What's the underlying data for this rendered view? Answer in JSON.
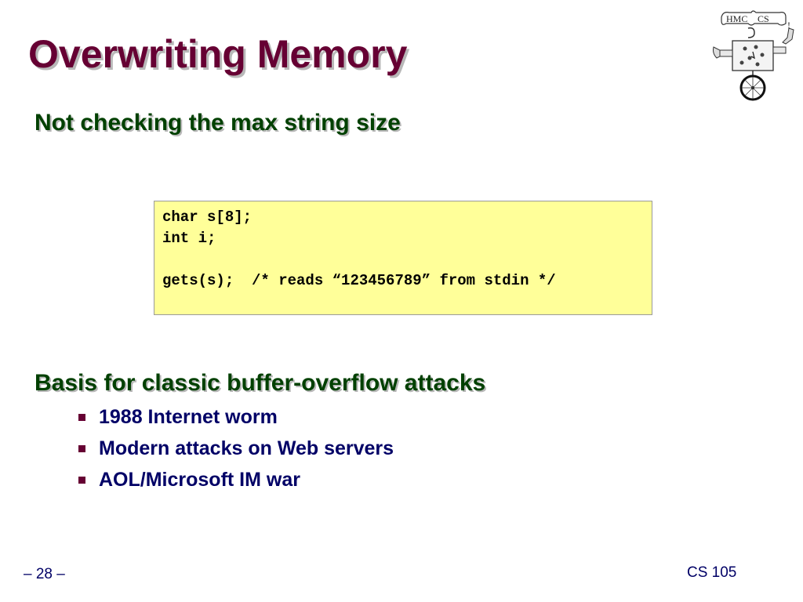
{
  "slide": {
    "title": "Overwriting Memory",
    "heading_1": "Not checking the max string size",
    "code_lines": [
      "char s[8];",
      "int i;",
      "",
      "gets(s);  /* reads “123456789” from stdin */"
    ],
    "heading_2": "Basis for classic buffer-overflow attacks",
    "bullets": [
      "1988 Internet worm",
      "Modern attacks on Web servers",
      "AOL/Microsoft IM war"
    ],
    "page_number": "– 28 –",
    "course": "CS 105"
  },
  "logo": {
    "icon": "hmc-cs-robot-logo",
    "text_left": "HMC",
    "text_right": "CS"
  },
  "colors": {
    "title": "#660033",
    "heading": "#004000",
    "bullet_text": "#000066",
    "bullet_marker": "#660033",
    "code_background": "#ffff99"
  }
}
